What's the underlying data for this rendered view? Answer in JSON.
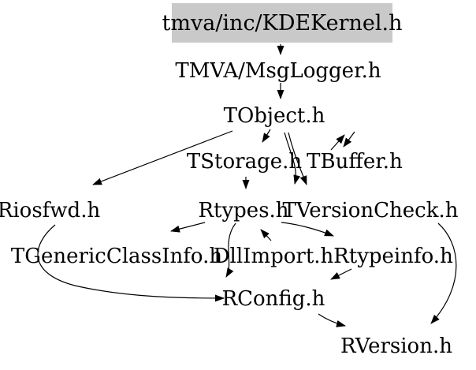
{
  "diagram": {
    "type": "include-dependency-graph",
    "root": "tmva/inc/KDEKernel.h",
    "background_color": "#ffffff",
    "node_text_color": "#000000",
    "edge_color": "#000000",
    "root_highlight_color": "#c9c9c9",
    "nodes": {
      "kdekernel": {
        "label": "tmva/inc/KDEKernel.h"
      },
      "msglogger": {
        "label": "TMVA/MsgLogger.h"
      },
      "tobject": {
        "label": "TObject.h"
      },
      "tstorage": {
        "label": "TStorage.h"
      },
      "tbuffer": {
        "label": "TBuffer.h"
      },
      "riosfwd": {
        "label": "Riosfwd.h"
      },
      "rtypes": {
        "label": "Rtypes.h"
      },
      "tversioncheck": {
        "label": "TVersionCheck.h"
      },
      "tgenericclassinfo": {
        "label": "TGenericClassInfo.h"
      },
      "dllimport": {
        "label": "DllImport.h"
      },
      "rtypeinfo": {
        "label": "Rtypeinfo.h"
      },
      "rconfig": {
        "label": "RConfig.h"
      },
      "rversion": {
        "label": "RVersion.h"
      }
    },
    "edges": [
      {
        "from": "tmva/inc/KDEKernel.h",
        "to": "TMVA/MsgLogger.h"
      },
      {
        "from": "TMVA/MsgLogger.h",
        "to": "TObject.h"
      },
      {
        "from": "TObject.h",
        "to": "TStorage.h"
      },
      {
        "from": "TObject.h",
        "to": "Riosfwd.h"
      },
      {
        "from": "TObject.h",
        "to": "Rtypes.h"
      },
      {
        "from": "TObject.h",
        "to": "TVersionCheck.h"
      },
      {
        "from": "TObject.h",
        "to": "TBuffer.h"
      },
      {
        "from": "TBuffer.h",
        "to": "TObject.h"
      },
      {
        "from": "TStorage.h",
        "to": "Rtypes.h"
      },
      {
        "from": "Rtypes.h",
        "to": "TGenericClassInfo.h"
      },
      {
        "from": "DllImport.h",
        "to": "Rtypes.h"
      },
      {
        "from": "Rtypes.h",
        "to": "Rtypeinfo.h"
      },
      {
        "from": "Rtypes.h",
        "to": "RConfig.h"
      },
      {
        "from": "Riosfwd.h",
        "to": "RConfig.h"
      },
      {
        "from": "Rtypeinfo.h",
        "to": "RConfig.h"
      },
      {
        "from": "RConfig.h",
        "to": "RVersion.h"
      },
      {
        "from": "TVersionCheck.h",
        "to": "RVersion.h"
      }
    ]
  }
}
